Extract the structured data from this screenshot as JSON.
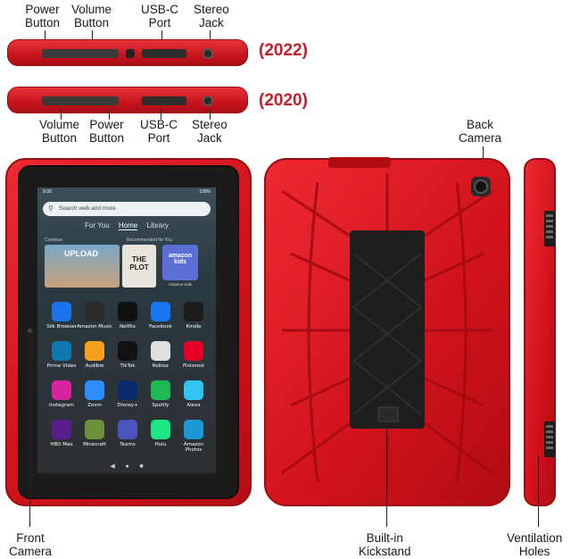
{
  "top_labels": {
    "power_button": "Power\nButton",
    "volume_button": "Volume\nButton",
    "usbc_port": "USB-C\nPort",
    "stereo_jack": "Stereo\nJack"
  },
  "year_2022": "(2022)",
  "year_2020": "(2020)",
  "mid_labels": {
    "volume_button": "Volume\nButton",
    "power_button": "Power\nButton",
    "usbc_port": "USB-C\nPort",
    "stereo_jack": "Stereo\nJack"
  },
  "back_camera": "Back\nCamera",
  "front_camera": "Front\nCamera",
  "kickstand": "Built-in\nKickstand",
  "vent_holes": "Ventilation\nHoles",
  "screen": {
    "time": "9:30",
    "battery": "100%",
    "search_placeholder": "Search web and more",
    "tabs": [
      "For You",
      "Home",
      "Library"
    ],
    "row_labels": [
      "Continue",
      "Recommended for You"
    ],
    "cards": [
      "UPLOAD",
      "THE PLOT",
      "amazon kids"
    ],
    "card_caption": "Amazon Kids",
    "apps": [
      [
        "Silk Browser",
        "Amazon Music",
        "Netflix",
        "Facebook",
        "Kindle"
      ],
      [
        "Prime Video",
        "Audible",
        "TikTok",
        "Roblox",
        "Pinterest"
      ],
      [
        "Instagram",
        "Zoom",
        "Disney+",
        "Spotify",
        "Alexa"
      ],
      [
        "HBO Max",
        "Minecraft",
        "Teams",
        "Hulu",
        "Amazon Photos"
      ]
    ]
  },
  "colors": {
    "case_red": "#d0121b",
    "label_red": "#c0202a",
    "kickstand": "#1e1e1e"
  }
}
